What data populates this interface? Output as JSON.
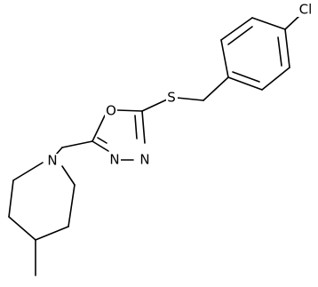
{
  "atoms": {
    "oxygen": "O",
    "sulfur": "S",
    "nitrogen_ring_a": "N",
    "nitrogen_ring_b": "N",
    "nitrogen_piperidine": "N",
    "chlorine": "Cl"
  },
  "colors": {
    "bond": "#000000",
    "background": "#ffffff"
  }
}
